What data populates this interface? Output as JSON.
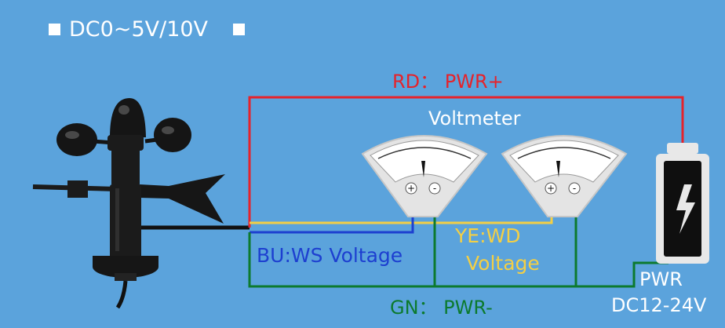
{
  "title": "DC0~5V/10V",
  "wires": {
    "red_label": "RD： PWR+",
    "yellow_label_line1": "YE:WD",
    "yellow_label_line2": "Voltage",
    "blue_label": "BU:WS Voltage",
    "green_label": "GN： PWR-"
  },
  "voltmeter_label": "Voltmeter",
  "terminals": {
    "plus": "+",
    "minus": "-"
  },
  "power": {
    "line1": "PWR",
    "line2": "DC12-24V"
  },
  "colors": {
    "background": "#5ba3dc",
    "red": "#e5232b",
    "yellow": "#f3cf45",
    "blue": "#1d3fd0",
    "green": "#0c7a2e",
    "black": "#111111"
  }
}
